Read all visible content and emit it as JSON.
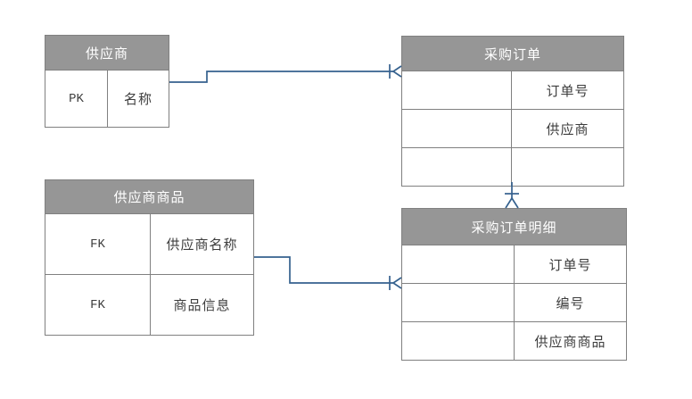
{
  "diagram": {
    "entities": [
      {
        "id": "supplier",
        "title": "供应商",
        "rows": [
          {
            "key": "PK",
            "name": "名称"
          }
        ]
      },
      {
        "id": "purchase-order",
        "title": "采购订单",
        "rows": [
          {
            "key": "",
            "name": "订单号"
          },
          {
            "key": "",
            "name": "供应商"
          },
          {
            "key": "",
            "name": ""
          }
        ]
      },
      {
        "id": "supplier-product",
        "title": "供应商商品",
        "rows": [
          {
            "key": "FK",
            "name": "供应商名称"
          },
          {
            "key": "FK",
            "name": "商品信息"
          }
        ]
      },
      {
        "id": "purchase-order-detail",
        "title": "采购订单明细",
        "rows": [
          {
            "key": "",
            "name": "订单号"
          },
          {
            "key": "",
            "name": "编号"
          },
          {
            "key": "",
            "name": "供应商商品"
          }
        ]
      }
    ],
    "relationships": [
      {
        "from": "supplier",
        "to": "purchase-order",
        "cardinality": "one-to-many"
      },
      {
        "from": "purchase-order",
        "to": "purchase-order-detail",
        "cardinality": "one-to-many"
      },
      {
        "from": "supplier-product",
        "to": "purchase-order-detail",
        "cardinality": "one-to-many"
      }
    ]
  },
  "colors": {
    "canvas_bg": "#ffffff",
    "header_bg": "#969696",
    "header_text": "#ffffff",
    "border": "#808080",
    "body_text": "#3d3d3d",
    "connector": "#35618e"
  }
}
